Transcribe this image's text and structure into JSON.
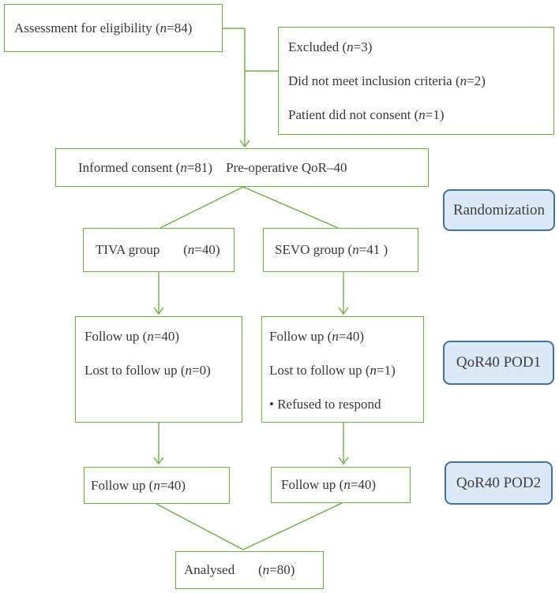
{
  "figure": {
    "kind": "consort-flow-diagram",
    "colors": {
      "flow_line": "#6fad47",
      "box_border": "#6fad47",
      "box_fill": "#ffffff",
      "badge_fill": "#dbe8f5",
      "badge_border": "#41719c",
      "text": "#383838"
    }
  },
  "boxes": {
    "assessment": {
      "lines": [
        "Assessment for eligibility (*n*=84)"
      ]
    },
    "excluded": {
      "lines": [
        "Excluded (*n*=3)",
        "Did not meet inclusion criteria (*n*=2)",
        "Patient did not consent (*n*=1)"
      ]
    },
    "informed_consent": {
      "lines": [
        "Informed consent (*n*=81)    Pre-operative QoR–40"
      ]
    },
    "tiva_group": {
      "lines": [
        "TIVA group       (*n*=40)"
      ]
    },
    "sevo_group": {
      "lines": [
        "SEVO group (*n*=41 )"
      ]
    },
    "followup_pod1_tiva": {
      "lines": [
        "Follow up (*n*=40)",
        "Lost to follow up (*n*=0)"
      ]
    },
    "followup_pod1_sevo": {
      "lines": [
        "Follow up (*n*=40)",
        "Lost to follow up (*n*=1)",
        "• Refused to respond"
      ]
    },
    "followup_pod2_tiva": {
      "lines": [
        "Follow up (*n*=40)"
      ]
    },
    "followup_pod2_sevo": {
      "lines": [
        "Follow up (*n*=40)"
      ]
    },
    "analysed": {
      "lines": [
        "Analysed       (*n*=80)"
      ]
    }
  },
  "badges": {
    "randomization": "Randomization",
    "pod1": "QoR40 POD1",
    "pod2": "QoR40 POD2"
  }
}
